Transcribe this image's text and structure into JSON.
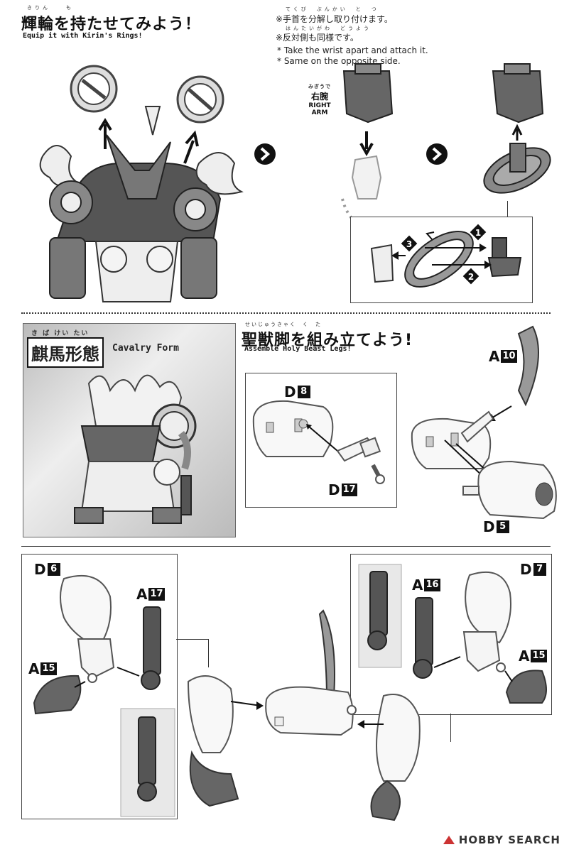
{
  "section1": {
    "title_ruby": "きりん　　も",
    "title_jp": "輝輪を持たせてみよう！",
    "title_en": "Equip it with Kirin's Rings!",
    "notes_ruby": "てくび　ぶんかい　と　つ",
    "note_jp1": "※手首を分解し取り付けます。",
    "note_jp2_ruby": "はんたいがわ　どうよう",
    "note_jp2": "※反対側も同様です。",
    "note_en1": "* Take the wrist apart and attach it.",
    "note_en2": "* Same on the opposite side.",
    "right_arm_ruby": "みぎうで",
    "right_arm_jp": "右腕",
    "right_arm_en": "RIGHT ARM",
    "steps": [
      "1",
      "2",
      "3"
    ]
  },
  "section2": {
    "form_ruby": "き ば けい たい",
    "form_jp": "麒馬形態",
    "form_en": "Cavalry Form",
    "title_ruby": "せいじゅうきゃく　く　た",
    "title_jp": "聖獣脚を組み立てよう!",
    "title_en": "Assemble Holy Beast Legs!",
    "parts": {
      "d8": {
        "letter": "D",
        "num": "8"
      },
      "d17": {
        "letter": "D",
        "num": "17"
      },
      "a10": {
        "letter": "A",
        "num": "10"
      },
      "d5": {
        "letter": "D",
        "num": "5"
      }
    }
  },
  "section3": {
    "parts": {
      "d6": {
        "letter": "D",
        "num": "6"
      },
      "a17": {
        "letter": "A",
        "num": "17"
      },
      "a15_left": {
        "letter": "A",
        "num": "15"
      },
      "a16": {
        "letter": "A",
        "num": "16"
      },
      "d7": {
        "letter": "D",
        "num": "7"
      },
      "a15_right": {
        "letter": "A",
        "num": "15"
      }
    }
  },
  "watermark": "HOBBY SEARCH"
}
